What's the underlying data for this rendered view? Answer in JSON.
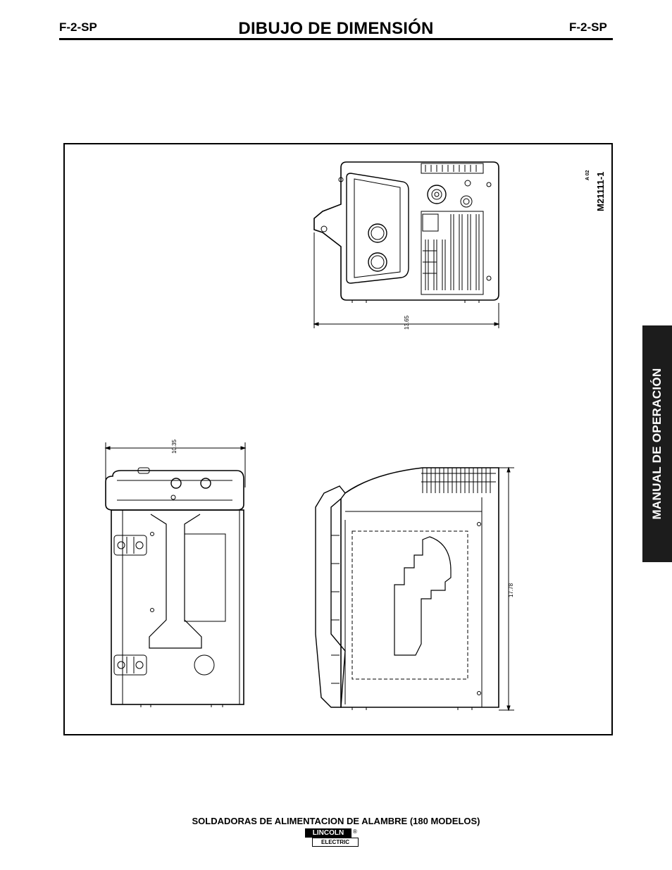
{
  "header": {
    "code_left": "F-2-SP",
    "code_right": "F-2-SP",
    "title": "DIBUJO DE DIMENSIÓN"
  },
  "drawing": {
    "drawing_number": "M21111-1",
    "revision": "A 02",
    "dim_width_top_view": "13.65",
    "dim_width_front_view": "10.35",
    "dim_height_side_view": "17.78"
  },
  "side_tab": {
    "label": "MANUAL DE OPERACIÓN"
  },
  "footer": {
    "text": "SOLDADORAS DE ALIMENTACION DE ALAMBRE (180 MODELOS)",
    "logo_top": "LINCOLN",
    "logo_bottom": "ELECTRIC",
    "logo_registered": "®"
  }
}
